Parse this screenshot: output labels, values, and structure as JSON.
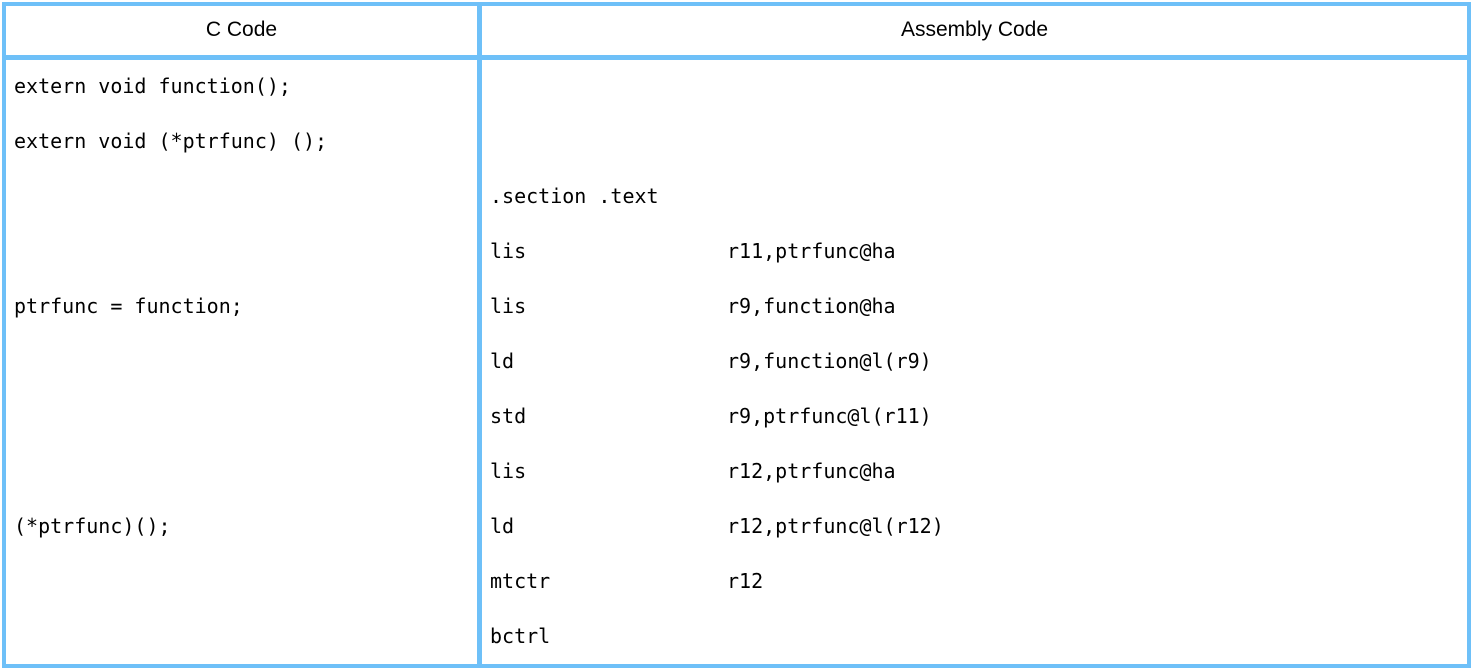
{
  "table": {
    "columns": [
      {
        "key": "c",
        "header": "C Code"
      },
      {
        "key": "asm",
        "header": "Assembly Code"
      }
    ],
    "border_color": "#6ec0f8",
    "c_code": {
      "lines": [
        "extern void function();",
        "extern void (*ptrfunc) ();",
        "",
        "",
        "ptrfunc = function;",
        "",
        "",
        "",
        "(*ptrfunc)();",
        "",
        ""
      ]
    },
    "assembly_code": {
      "lines": [
        {
          "mnemonic": "",
          "operand": ""
        },
        {
          "mnemonic": "",
          "operand": ""
        },
        {
          "mnemonic": ".section .text",
          "operand": ""
        },
        {
          "mnemonic": "lis",
          "operand": "r11,ptrfunc@ha"
        },
        {
          "mnemonic": "lis",
          "operand": "r9,function@ha"
        },
        {
          "mnemonic": "ld",
          "operand": "r9,function@l(r9)"
        },
        {
          "mnemonic": "std",
          "operand": "r9,ptrfunc@l(r11)"
        },
        {
          "mnemonic": "lis",
          "operand": "r12,ptrfunc@ha"
        },
        {
          "mnemonic": "ld",
          "operand": "r12,ptrfunc@l(r12)"
        },
        {
          "mnemonic": "mtctr",
          "operand": "r12"
        },
        {
          "mnemonic": "bctrl",
          "operand": ""
        }
      ]
    }
  }
}
